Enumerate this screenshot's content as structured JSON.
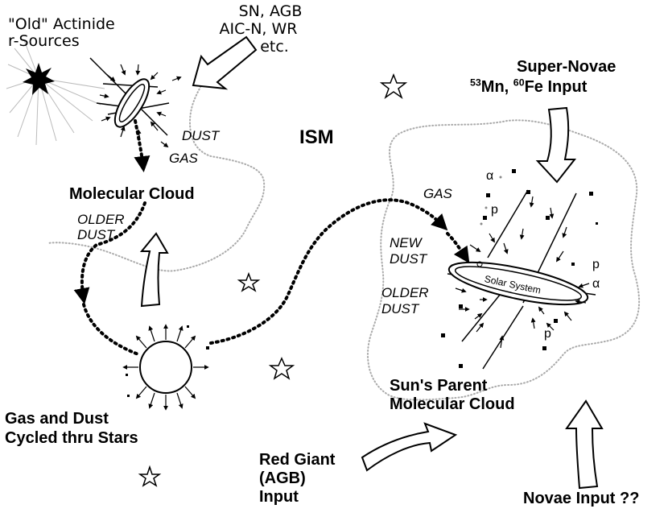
{
  "labels": {
    "old_actinide_line1": "\"Old\" Actinide",
    "old_actinide_line2": "r-Sources",
    "sn_agb_line1": "SN, AGB",
    "sn_agb_line2": "AIC-N, WR",
    "sn_agb_line3": "etc.",
    "dust_top": "DUST",
    "gas_top": "GAS",
    "ism": "ISM",
    "molecular_cloud": "Molecular Cloud",
    "older_dust_left_line1": "OLDER",
    "older_dust_left_line2": "DUST",
    "gas_and_dust_line1": "Gas and Dust",
    "gas_and_dust_line2": "Cycled thru Stars",
    "red_giant_line1": "Red Giant",
    "red_giant_line2": "(AGB)",
    "red_giant_line3": "Input",
    "super_novae_line1": "Super-Novae",
    "mn_mass": "53",
    "mn_symbol": "Mn,",
    "fe_mass": "60",
    "fe_symbol": "Fe",
    "input_word": "Input",
    "gas_right": "GAS",
    "new_dust_line1": "NEW",
    "new_dust_line2": "DUST",
    "older_dust_right_line1": "OLDER",
    "older_dust_right_line2": "DUST",
    "solar_system": "Solar System",
    "parent_cloud_line1": "Sun's Parent",
    "parent_cloud_line2": "Molecular Cloud",
    "novae_input": "Novae Input ??",
    "alpha": "α",
    "proton": "p"
  }
}
